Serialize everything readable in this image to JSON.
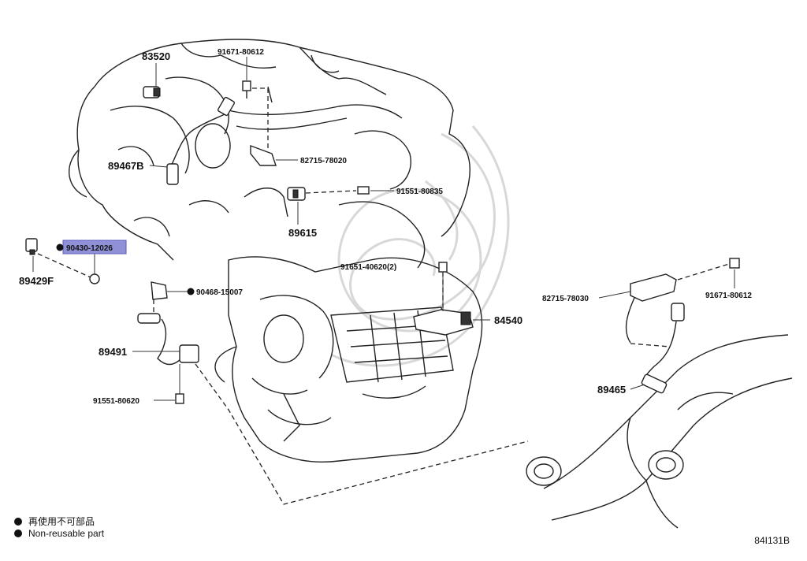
{
  "diagram_id": "84I131B",
  "legend": {
    "jp": "再使用不可部品",
    "en": "Non-reusable part"
  },
  "labels": {
    "p83520": "83520",
    "p91671_top": "91671-80612",
    "p89467B": "89467B",
    "p82715_top": "82715-78020",
    "p91551_top": "91551-80835",
    "p89615": "89615",
    "p90430": "90430-12026",
    "p89429F": "89429F",
    "p91651": "91651-40620(2)",
    "p90468": "90468-15007",
    "p84540": "84540",
    "p89491": "89491",
    "p91551_bot": "91551-80620",
    "p82715_right": "82715-78030",
    "p91671_right": "91671-80612",
    "p89465": "89465"
  },
  "colors": {
    "highlight": "#8f90d6",
    "line": "#222222",
    "watermark": "#d8d8d8"
  }
}
